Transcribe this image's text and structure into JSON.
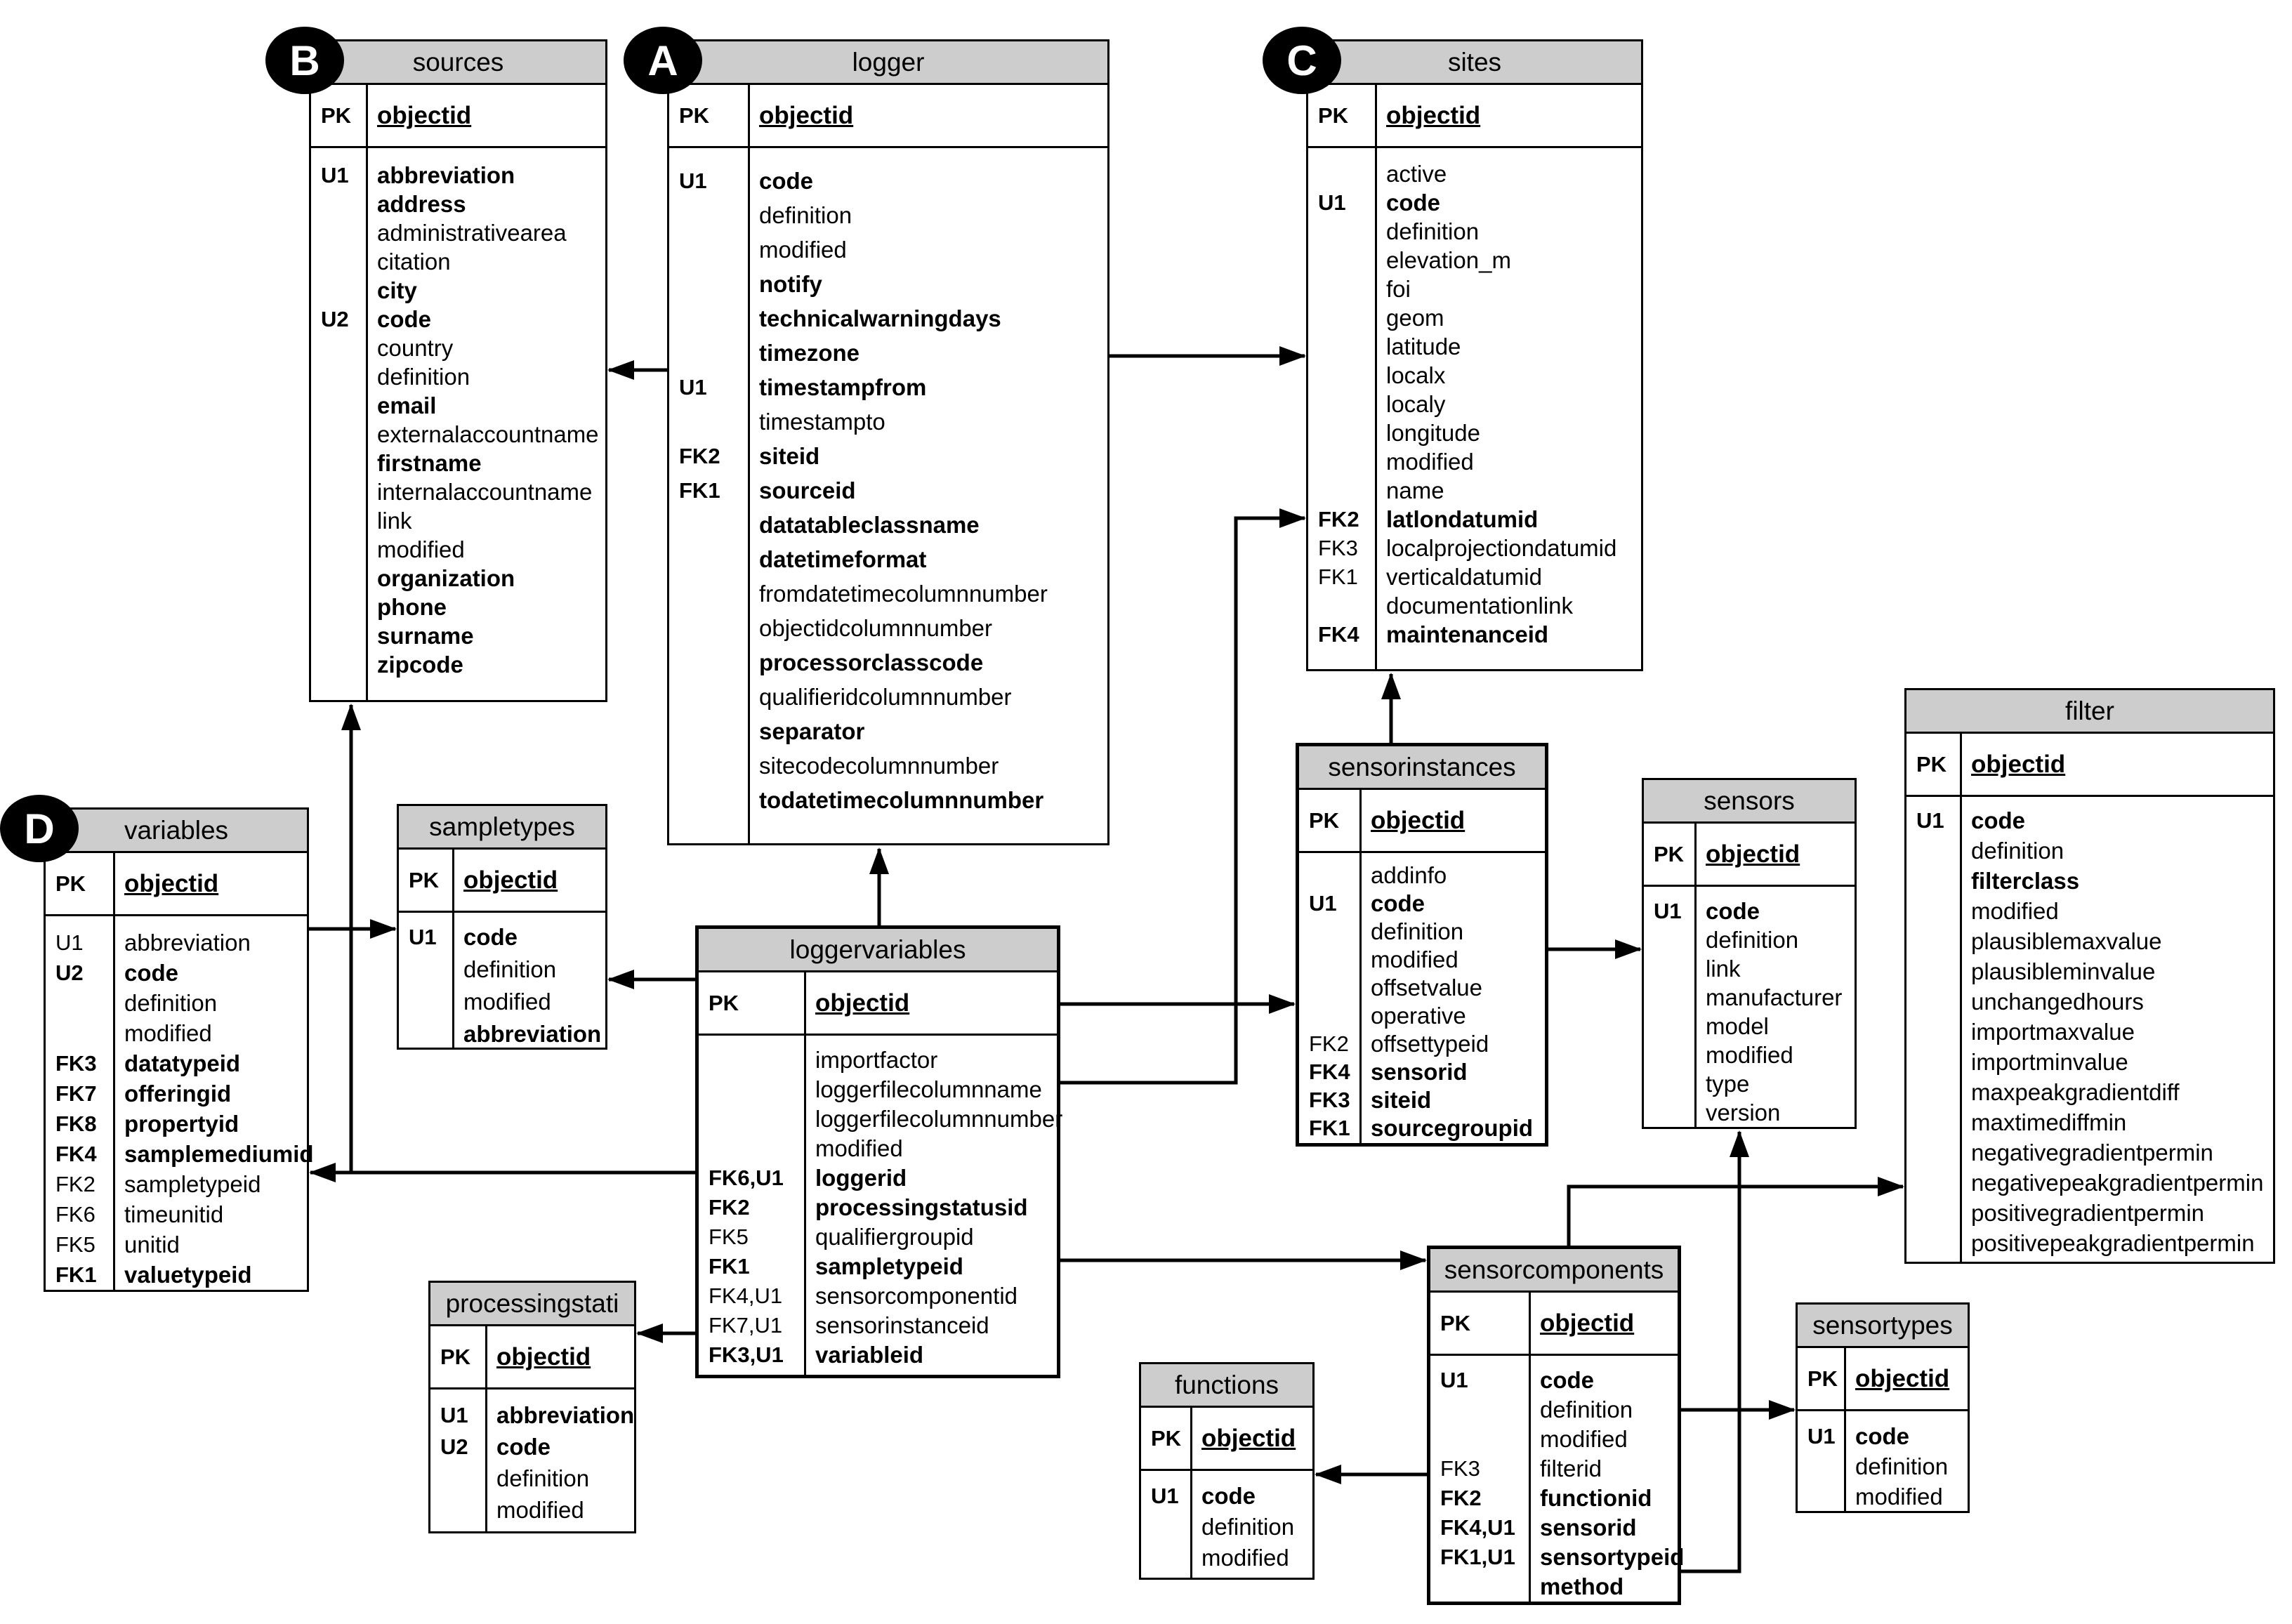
{
  "diagram": {
    "type": "entity-relationship",
    "pk_header_key": "PK",
    "pk_header_field": "objectid"
  },
  "tables": [
    {
      "id": "sources",
      "badge": "B",
      "title": "sources",
      "pk": {
        "key": "PK",
        "field": "objectid"
      },
      "rows": [
        {
          "key": "U1",
          "label": "abbreviation",
          "bold": true
        },
        {
          "key": "",
          "label": "address",
          "bold": true
        },
        {
          "key": "",
          "label": "administrativearea",
          "bold": false
        },
        {
          "key": "",
          "label": "citation",
          "bold": false
        },
        {
          "key": "",
          "label": "city",
          "bold": true
        },
        {
          "key": "U2",
          "label": "code",
          "bold": true
        },
        {
          "key": "",
          "label": "country",
          "bold": false
        },
        {
          "key": "",
          "label": "definition",
          "bold": false
        },
        {
          "key": "",
          "label": "email",
          "bold": true
        },
        {
          "key": "",
          "label": "externalaccountname",
          "bold": false
        },
        {
          "key": "",
          "label": "firstname",
          "bold": true
        },
        {
          "key": "",
          "label": "internalaccountname",
          "bold": false
        },
        {
          "key": "",
          "label": "link",
          "bold": false
        },
        {
          "key": "",
          "label": "modified",
          "bold": false
        },
        {
          "key": "",
          "label": "organization",
          "bold": true
        },
        {
          "key": "",
          "label": "phone",
          "bold": true
        },
        {
          "key": "",
          "label": "surname",
          "bold": true
        },
        {
          "key": "",
          "label": "zipcode",
          "bold": true
        }
      ]
    },
    {
      "id": "logger",
      "badge": "A",
      "title": "logger",
      "pk": {
        "key": "PK",
        "field": "objectid"
      },
      "rows": [
        {
          "key": "U1",
          "label": "code",
          "bold": true
        },
        {
          "key": "",
          "label": "definition",
          "bold": false
        },
        {
          "key": "",
          "label": "modified",
          "bold": false
        },
        {
          "key": "",
          "label": "notify",
          "bold": true
        },
        {
          "key": "",
          "label": "technicalwarningdays",
          "bold": true
        },
        {
          "key": "",
          "label": "timezone",
          "bold": true
        },
        {
          "key": "U1",
          "label": "timestampfrom",
          "bold": true
        },
        {
          "key": "",
          "label": "timestampto",
          "bold": false
        },
        {
          "key": "FK2",
          "label": "siteid",
          "bold": true
        },
        {
          "key": "FK1",
          "label": "sourceid",
          "bold": true
        },
        {
          "key": "",
          "label": "datatableclassname",
          "bold": true
        },
        {
          "key": "",
          "label": "datetimeformat",
          "bold": true
        },
        {
          "key": "",
          "label": "fromdatetimecolumnnumber",
          "bold": false
        },
        {
          "key": "",
          "label": "objectidcolumnnumber",
          "bold": false
        },
        {
          "key": "",
          "label": "processorclasscode",
          "bold": true
        },
        {
          "key": "",
          "label": "qualifieridcolumnnumber",
          "bold": false
        },
        {
          "key": "",
          "label": "separator",
          "bold": true
        },
        {
          "key": "",
          "label": "sitecodecolumnnumber",
          "bold": false
        },
        {
          "key": "",
          "label": "todatetimecolumnnumber",
          "bold": true
        }
      ]
    },
    {
      "id": "sites",
      "badge": "C",
      "title": "sites",
      "pk": {
        "key": "PK",
        "field": "objectid"
      },
      "rows": [
        {
          "key": "",
          "label": "active",
          "bold": false
        },
        {
          "key": "U1",
          "label": "code",
          "bold": true
        },
        {
          "key": "",
          "label": "definition",
          "bold": false
        },
        {
          "key": "",
          "label": "elevation_m",
          "bold": false
        },
        {
          "key": "",
          "label": "foi",
          "bold": false
        },
        {
          "key": "",
          "label": "geom",
          "bold": false
        },
        {
          "key": "",
          "label": "latitude",
          "bold": false
        },
        {
          "key": "",
          "label": "localx",
          "bold": false
        },
        {
          "key": "",
          "label": "localy",
          "bold": false
        },
        {
          "key": "",
          "label": "longitude",
          "bold": false
        },
        {
          "key": "",
          "label": "modified",
          "bold": false
        },
        {
          "key": "",
          "label": "name",
          "bold": false
        },
        {
          "key": "FK2",
          "label": "latlondatumid",
          "bold": true
        },
        {
          "key": "FK3",
          "label": "localprojectiondatumid",
          "bold": false
        },
        {
          "key": "FK1",
          "label": "verticaldatumid",
          "bold": false
        },
        {
          "key": "",
          "label": "documentationlink",
          "bold": false
        },
        {
          "key": "FK4",
          "label": "maintenanceid",
          "bold": true
        }
      ]
    },
    {
      "id": "variables",
      "badge": "D",
      "title": "variables",
      "pk": {
        "key": "PK",
        "field": "objectid"
      },
      "rows": [
        {
          "key": "U1",
          "label": "abbreviation",
          "bold": false
        },
        {
          "key": "U2",
          "label": "code",
          "bold": true
        },
        {
          "key": "",
          "label": "definition",
          "bold": false
        },
        {
          "key": "",
          "label": "modified",
          "bold": false
        },
        {
          "key": "FK3",
          "label": "datatypeid",
          "bold": true
        },
        {
          "key": "FK7",
          "label": "offeringid",
          "bold": true
        },
        {
          "key": "FK8",
          "label": "propertyid",
          "bold": true
        },
        {
          "key": "FK4",
          "label": "samplemediumid",
          "bold": true
        },
        {
          "key": "FK2",
          "label": "sampletypeid",
          "bold": false
        },
        {
          "key": "FK6",
          "label": "timeunitid",
          "bold": false
        },
        {
          "key": "FK5",
          "label": "unitid",
          "bold": false
        },
        {
          "key": "FK1",
          "label": "valuetypeid",
          "bold": true
        }
      ]
    },
    {
      "id": "sampletypes",
      "badge": "",
      "title": "sampletypes",
      "pk": {
        "key": "PK",
        "field": "objectid"
      },
      "rows": [
        {
          "key": "U1",
          "label": "code",
          "bold": true
        },
        {
          "key": "",
          "label": "definition",
          "bold": false
        },
        {
          "key": "",
          "label": "modified",
          "bold": false
        },
        {
          "key": "",
          "label": "abbreviation",
          "bold": true
        }
      ]
    },
    {
      "id": "loggervariables",
      "badge": "",
      "title": "loggervariables",
      "pk": {
        "key": "PK",
        "field": "objectid"
      },
      "rows": [
        {
          "key": "",
          "label": "importfactor",
          "bold": false
        },
        {
          "key": "",
          "label": "loggerfilecolumnname",
          "bold": false
        },
        {
          "key": "",
          "label": "loggerfilecolumnnumber",
          "bold": false
        },
        {
          "key": "",
          "label": "modified",
          "bold": false
        },
        {
          "key": "FK6,U1",
          "label": "loggerid",
          "bold": true
        },
        {
          "key": "FK2",
          "label": "processingstatusid",
          "bold": true
        },
        {
          "key": "FK5",
          "label": "qualifiergroupid",
          "bold": false
        },
        {
          "key": "FK1",
          "label": "sampletypeid",
          "bold": true
        },
        {
          "key": "FK4,U1",
          "label": "sensorcomponentid",
          "bold": false
        },
        {
          "key": "FK7,U1",
          "label": "sensorinstanceid",
          "bold": false
        },
        {
          "key": "FK3,U1",
          "label": "variableid",
          "bold": true
        }
      ]
    },
    {
      "id": "sensorinstances",
      "badge": "",
      "title": "sensorinstances",
      "pk": {
        "key": "PK",
        "field": "objectid"
      },
      "rows": [
        {
          "key": "",
          "label": "addinfo",
          "bold": false
        },
        {
          "key": "U1",
          "label": "code",
          "bold": true
        },
        {
          "key": "",
          "label": "definition",
          "bold": false
        },
        {
          "key": "",
          "label": "modified",
          "bold": false
        },
        {
          "key": "",
          "label": "offsetvalue",
          "bold": false
        },
        {
          "key": "",
          "label": "operative",
          "bold": false
        },
        {
          "key": "FK2",
          "label": "offsettypeid",
          "bold": false
        },
        {
          "key": "FK4",
          "label": "sensorid",
          "bold": true
        },
        {
          "key": "FK3",
          "label": "siteid",
          "bold": true
        },
        {
          "key": "FK1",
          "label": "sourcegroupid",
          "bold": true
        }
      ]
    },
    {
      "id": "sensors",
      "badge": "",
      "title": "sensors",
      "pk": {
        "key": "PK",
        "field": "objectid"
      },
      "rows": [
        {
          "key": "U1",
          "label": "code",
          "bold": true
        },
        {
          "key": "",
          "label": "definition",
          "bold": false
        },
        {
          "key": "",
          "label": "link",
          "bold": false
        },
        {
          "key": "",
          "label": "manufacturer",
          "bold": false
        },
        {
          "key": "",
          "label": "model",
          "bold": false
        },
        {
          "key": "",
          "label": "modified",
          "bold": false
        },
        {
          "key": "",
          "label": "type",
          "bold": false
        },
        {
          "key": "",
          "label": "version",
          "bold": false
        }
      ]
    },
    {
      "id": "filter",
      "badge": "",
      "title": "filter",
      "pk": {
        "key": "PK",
        "field": "objectid"
      },
      "rows": [
        {
          "key": "U1",
          "label": "code",
          "bold": true
        },
        {
          "key": "",
          "label": "definition",
          "bold": false
        },
        {
          "key": "",
          "label": "filterclass",
          "bold": true
        },
        {
          "key": "",
          "label": "modified",
          "bold": false
        },
        {
          "key": "",
          "label": "plausiblemaxvalue",
          "bold": false
        },
        {
          "key": "",
          "label": "plausibleminvalue",
          "bold": false
        },
        {
          "key": "",
          "label": "unchangedhours",
          "bold": false
        },
        {
          "key": "",
          "label": "importmaxvalue",
          "bold": false
        },
        {
          "key": "",
          "label": "importminvalue",
          "bold": false
        },
        {
          "key": "",
          "label": "maxpeakgradientdiff",
          "bold": false
        },
        {
          "key": "",
          "label": "maxtimediffmin",
          "bold": false
        },
        {
          "key": "",
          "label": "negativegradientpermin",
          "bold": false
        },
        {
          "key": "",
          "label": "negativepeakgradientpermin",
          "bold": false
        },
        {
          "key": "",
          "label": "positivegradientpermin",
          "bold": false
        },
        {
          "key": "",
          "label": "positivepeakgradientpermin",
          "bold": false
        }
      ]
    },
    {
      "id": "processingstati",
      "badge": "",
      "title": "processingstati",
      "pk": {
        "key": "PK",
        "field": "objectid"
      },
      "rows": [
        {
          "key": "U1",
          "label": "abbreviation",
          "bold": true
        },
        {
          "key": "U2",
          "label": "code",
          "bold": true
        },
        {
          "key": "",
          "label": "definition",
          "bold": false
        },
        {
          "key": "",
          "label": "modified",
          "bold": false
        }
      ]
    },
    {
      "id": "functions",
      "badge": "",
      "title": "functions",
      "pk": {
        "key": "PK",
        "field": "objectid"
      },
      "rows": [
        {
          "key": "U1",
          "label": "code",
          "bold": true
        },
        {
          "key": "",
          "label": "definition",
          "bold": false
        },
        {
          "key": "",
          "label": "modified",
          "bold": false
        }
      ]
    },
    {
      "id": "sensorcomponents",
      "badge": "",
      "title": "sensorcomponents",
      "pk": {
        "key": "PK",
        "field": "objectid"
      },
      "rows": [
        {
          "key": "U1",
          "label": "code",
          "bold": true
        },
        {
          "key": "",
          "label": "definition",
          "bold": false
        },
        {
          "key": "",
          "label": "modified",
          "bold": false
        },
        {
          "key": "FK3",
          "label": "filterid",
          "bold": false
        },
        {
          "key": "FK2",
          "label": "functionid",
          "bold": true
        },
        {
          "key": "FK4,U1",
          "label": "sensorid",
          "bold": true
        },
        {
          "key": "FK1,U1",
          "label": "sensortypeid",
          "bold": true
        },
        {
          "key": "",
          "label": "method",
          "bold": true
        }
      ]
    },
    {
      "id": "sensortypes",
      "badge": "",
      "title": "sensortypes",
      "pk": {
        "key": "PK",
        "field": "objectid"
      },
      "rows": [
        {
          "key": "U1",
          "label": "code",
          "bold": true
        },
        {
          "key": "",
          "label": "definition",
          "bold": false
        },
        {
          "key": "",
          "label": "modified",
          "bold": false
        }
      ]
    }
  ],
  "relationships": [
    {
      "from": "logger",
      "to": "sources"
    },
    {
      "from": "logger",
      "to": "sites"
    },
    {
      "from": "loggervariables",
      "to": "logger"
    },
    {
      "from": "loggervariables",
      "to": "sampletypes"
    },
    {
      "from": "variables",
      "to": "sampletypes"
    },
    {
      "from": "loggervariables",
      "to": "variables"
    },
    {
      "from": "loggervariables",
      "to": "sources"
    },
    {
      "from": "loggervariables",
      "to": "processingstati"
    },
    {
      "from": "loggervariables",
      "to": "sensorinstances"
    },
    {
      "from": "loggervariables",
      "to": "sites"
    },
    {
      "from": "sensorinstances",
      "to": "sites"
    },
    {
      "from": "sensorinstances",
      "to": "sensors"
    },
    {
      "from": "loggervariables",
      "to": "sensorcomponents"
    },
    {
      "from": "sensorcomponents",
      "to": "functions"
    },
    {
      "from": "sensorcomponents",
      "to": "sensors"
    },
    {
      "from": "sensorcomponents",
      "to": "sensortypes"
    },
    {
      "from": "sensorcomponents",
      "to": "filter"
    }
  ]
}
